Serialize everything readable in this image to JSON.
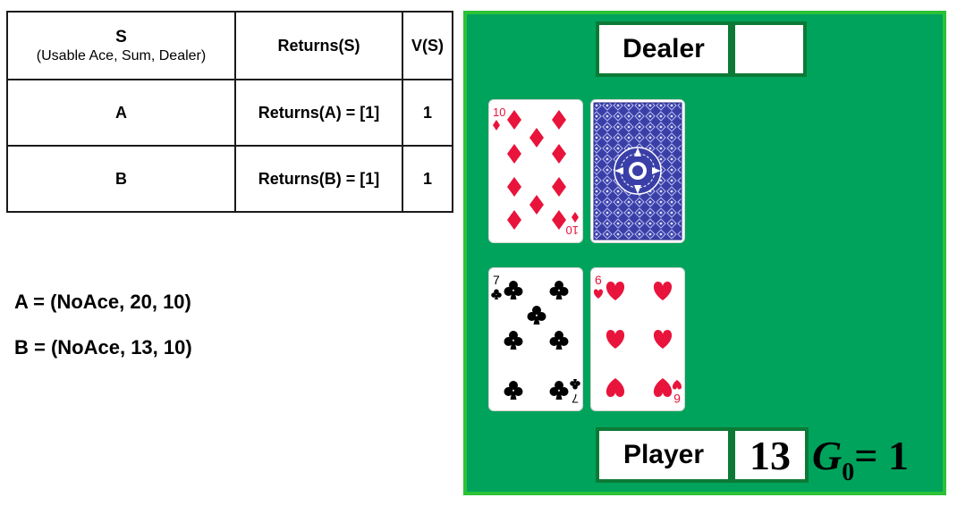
{
  "table": {
    "header": {
      "s": "S",
      "s_sub": "(Usable Ace, Sum, Dealer)",
      "returns": "Returns(S)",
      "value": "V(S)"
    },
    "rows": [
      {
        "state": "A",
        "returns": "Returns(A) = [1]",
        "value": "1"
      },
      {
        "state": "B",
        "returns": "Returns(B) = [1]",
        "value": "1"
      }
    ]
  },
  "definitions": {
    "a": "A = (NoAce, 20, 10)",
    "b": "B = (NoAce, 13, 10)"
  },
  "board": {
    "dealer_label": "Dealer",
    "dealer_value": "",
    "player_label": "Player",
    "player_value": "13",
    "return_symbol": "G",
    "return_subscript": "0",
    "return_value": "= 1",
    "colors": {
      "felt": "#00a35c",
      "felt_border": "#2bc236",
      "label_border": "#0c7a36",
      "red_suit": "#e8143c",
      "black_suit": "#000000",
      "card_back": "#3a3fa8"
    },
    "dealer_cards": [
      {
        "rank": "10",
        "suit": "diamonds",
        "face_up": true
      },
      {
        "rank": "",
        "suit": "",
        "face_up": false
      }
    ],
    "player_cards": [
      {
        "rank": "7",
        "suit": "clubs",
        "face_up": true
      },
      {
        "rank": "6",
        "suit": "hearts",
        "face_up": true
      }
    ]
  }
}
